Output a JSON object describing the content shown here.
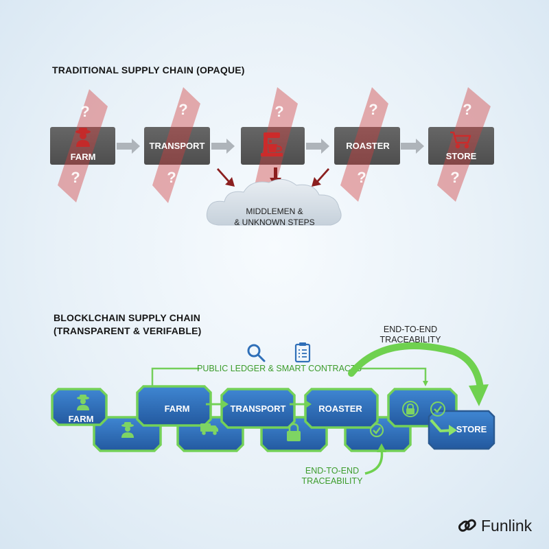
{
  "traditional": {
    "title": "TRADITIONAL SUPPLY CHAIN (OPAQUE)",
    "question_mark": "?",
    "nodes": [
      {
        "label": "FARM",
        "icon": "farmer-icon"
      },
      {
        "label": "TRANSPORT",
        "icon": ""
      },
      {
        "label": "",
        "icon": "coffee-machine-icon"
      },
      {
        "label": "ROASTER",
        "icon": ""
      },
      {
        "label": "STORE",
        "icon": "shopping-cart-icon"
      }
    ],
    "cloud_line1": "MIDDLEMEN &",
    "cloud_line2": "& UNKNOWN STEPS"
  },
  "blockchain": {
    "title_line1": "BLOCKLCHAIN SUPPLY CHAIN",
    "title_line2": "(TRANSPARENT & VERIFABLE)",
    "ledger_label": "PUBLIC LEDGER & SMART CONTRACTS",
    "ledger_icons": [
      "magnifier-icon",
      "clipboard-icon"
    ],
    "top_callout_line1": "END-TO-END",
    "top_callout_line2": "TRACEABILITY",
    "bottom_callout_line1": "END-TO-END",
    "bottom_callout_line2": "TRACEABILITY",
    "upper_blocks": [
      {
        "label": "FARM",
        "icon": "farmer-icon"
      },
      {
        "label": "FARM",
        "icon": ""
      },
      {
        "label": "TRANSPORT",
        "icon": ""
      },
      {
        "label": "ROASTER",
        "icon": ""
      },
      {
        "label": "",
        "icon": "lock-check-icon"
      },
      {
        "label": "STORE",
        "icon": ""
      }
    ],
    "lower_blocks": [
      {
        "icon": "farmer-icon"
      },
      {
        "icon": "truck-icon"
      },
      {
        "icon": "lock-icon"
      },
      {
        "icon": "check-icon"
      }
    ]
  },
  "brand": {
    "name": "Funlink",
    "icon": "chain-link-icon"
  },
  "colors": {
    "grey_box": "#585858",
    "opaque_red": "#d23f3f",
    "arrow_red": "#8b1f1f",
    "block_blue": "#2f6fb8",
    "block_green_border": "#74d158",
    "accent_green": "#5fc245",
    "text_green": "#3c9c2b"
  }
}
